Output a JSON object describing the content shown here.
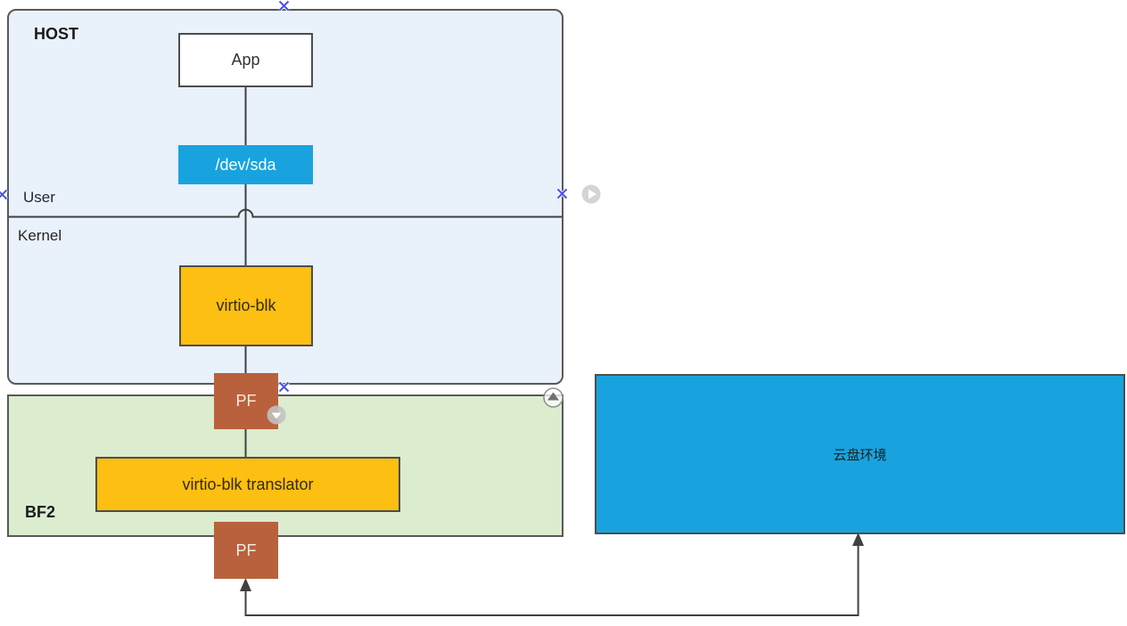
{
  "host": {
    "title": "HOST",
    "zones": {
      "user": "User",
      "kernel": "Kernel"
    }
  },
  "bf2": {
    "title": "BF2"
  },
  "nodes": {
    "app": {
      "label": "App"
    },
    "dev_sda": {
      "label": "/dev/sda"
    },
    "virtio_blk": {
      "label": "virtio-blk"
    },
    "pf_host": {
      "label": "PF"
    },
    "virtio_blk_translator": {
      "label": "virtio-blk translator"
    },
    "pf_dpu": {
      "label": "PF"
    },
    "cloud_disk": {
      "label": "云盘环境"
    }
  },
  "icons": {
    "connection_point": "blue-x-cross",
    "expand_right_button": "play-circle",
    "collapse_down_button": "triangle-down-circle",
    "collapse_up_button": "triangle-up-circle"
  },
  "colors": {
    "host_fill": "#E9F1FB",
    "bf2_fill": "#DBECCF",
    "blue_fill": "#18A3DF",
    "amber_fill": "#FCBF12",
    "terracotta_fill": "#B9613D",
    "container_border": "#595959",
    "shape_border": "#4D4D4D",
    "wire": "#404040",
    "connection_marker": "#4A52E8"
  }
}
